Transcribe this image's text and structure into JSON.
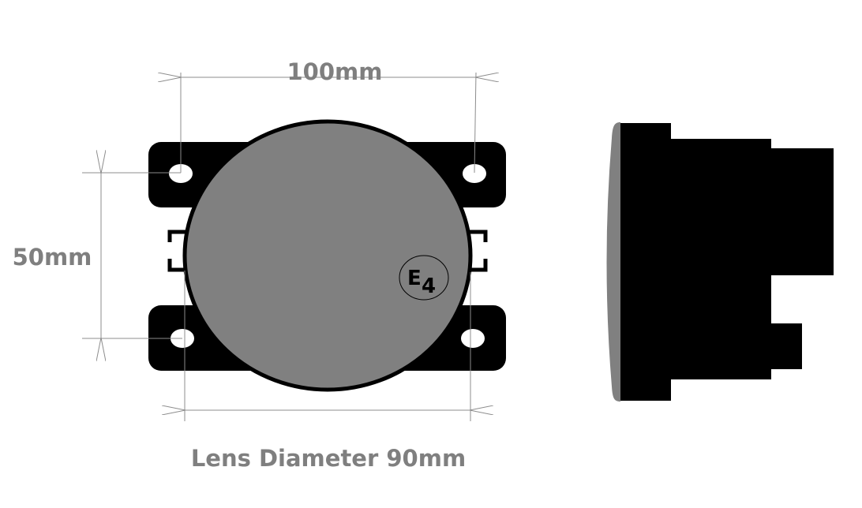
{
  "labels": {
    "width_dimension": "100mm",
    "height_dimension": "50mm",
    "lens_diameter": "Lens Diameter 90mm",
    "approval_mark_letter": "E",
    "approval_mark_number": "4"
  },
  "colors": {
    "lens": "#808080",
    "housing": "#000000",
    "dimension_text": "#7f7f7f",
    "dimension_lines": "#8c8c8c"
  }
}
